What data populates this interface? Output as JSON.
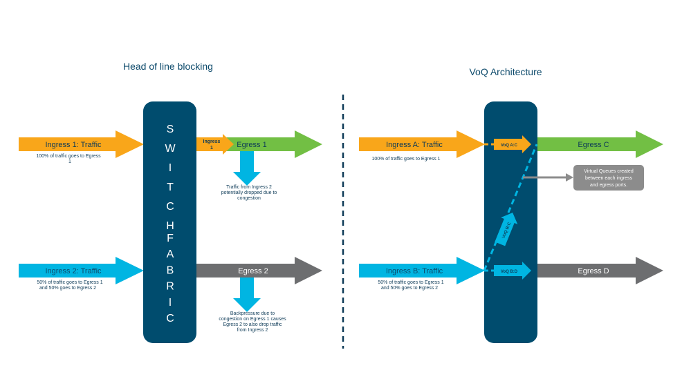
{
  "left": {
    "title": "Head of line blocking",
    "ingress1": {
      "label": "Ingress 1: Traffic",
      "note": [
        "100% of traffic goes to Egress",
        "1"
      ]
    },
    "ingress2": {
      "label": "Ingress 2: Traffic",
      "note": [
        "50% of traffic goes to Egress 1",
        "and 50% goes to Egress 2"
      ]
    },
    "egress1": {
      "label": "Egress 1",
      "queue_label": [
        "Ingress",
        "1"
      ]
    },
    "egress2": {
      "label": "Egress 2"
    },
    "switch_letters_top": [
      "S",
      "W",
      "I",
      "T",
      "C",
      "H"
    ],
    "switch_letters_bottom": [
      "F",
      "A",
      "B",
      "R",
      "I",
      "C"
    ],
    "drop_note": [
      "Traffic from Ingress 2",
      "potentially dropped due to",
      "congestion"
    ],
    "backpressure_note": [
      "Backpressure due to",
      "congestion on Egress 1 causes",
      "Egress 2 to also drop traffic",
      "from Ingress 2"
    ]
  },
  "right": {
    "title": "VoQ Architecture",
    "ingressA": {
      "label": "Ingress A: Traffic",
      "note": [
        "100% of traffic goes to Egress 1"
      ]
    },
    "ingressB": {
      "label": "Ingress B: Traffic",
      "note": [
        "50% of traffic goes to Egress 1",
        "and 50% goes to Egress 2"
      ]
    },
    "egressC": {
      "label": "Egress C"
    },
    "egressD": {
      "label": "Egress D"
    },
    "voq_ac": "VoQ A:C",
    "voq_bc": "VoQ B:C",
    "voq_bd": "VoQ B:D",
    "callout": [
      "Virtual Queues created",
      "between each ingress",
      "and egress ports."
    ]
  },
  "colors": {
    "orange": "#f9a61a",
    "green": "#72bf44",
    "cyan": "#00b5e2",
    "gray": "#6d6e70",
    "navy": "#004c6e",
    "callout_gray": "#8c8c8c"
  }
}
